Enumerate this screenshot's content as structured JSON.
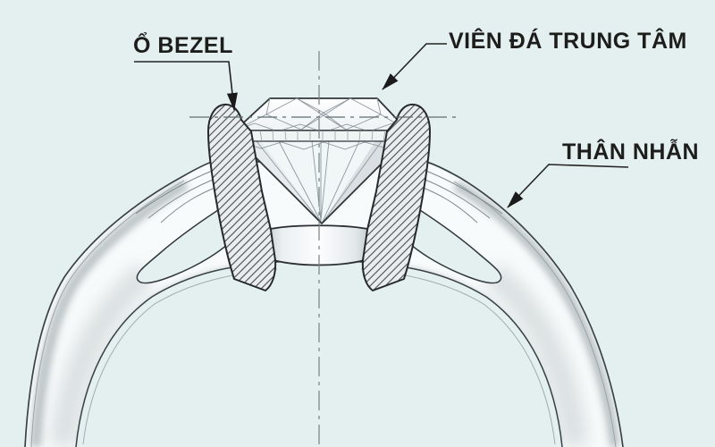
{
  "diagram": {
    "labels": {
      "bezel": "Ổ BEZEL",
      "center_stone": "VIÊN ĐÁ TRUNG TÂM",
      "shank": "THÂN NHẪN"
    },
    "colors": {
      "background": "#e4f0ef",
      "ink": "#1d1d1b",
      "outline": "#2f3539",
      "hatch_fill": "#e9edee"
    }
  }
}
